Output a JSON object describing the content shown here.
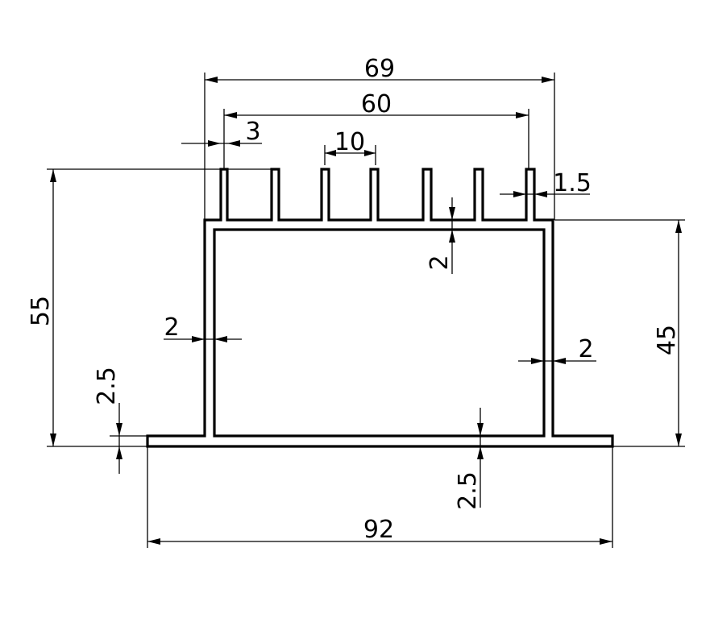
{
  "dimensions": {
    "overall_fin_width": "69",
    "fin_span": "60",
    "fin_offset": "3",
    "fin_pitch": "10",
    "fin_thickness": "1.5",
    "top_wall": "2",
    "left_wall": "2",
    "right_wall": "2",
    "total_height": "55",
    "body_height": "45",
    "flange_thickness": "2.5",
    "base_thickness": "2.5",
    "base_width": "92"
  }
}
